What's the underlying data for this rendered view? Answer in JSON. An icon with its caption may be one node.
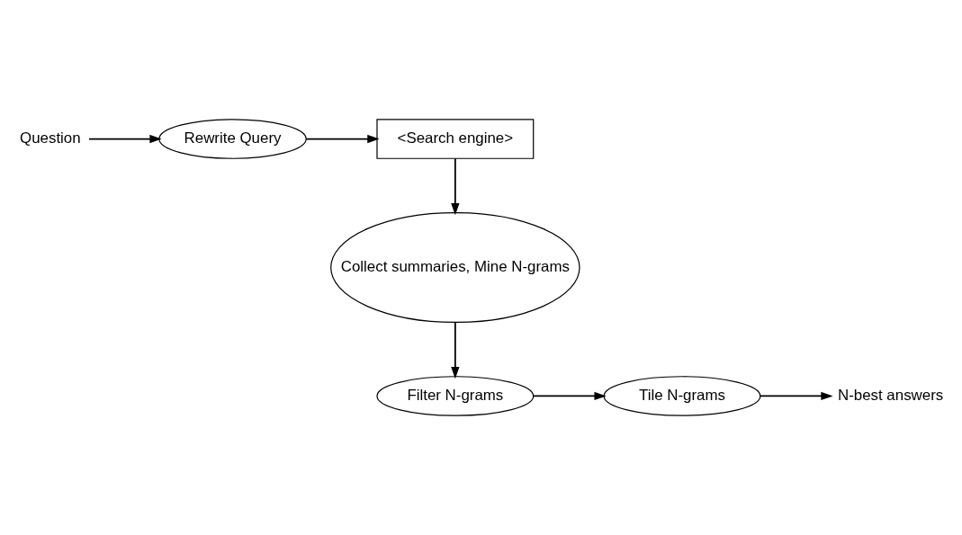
{
  "diagram": {
    "nodes": [
      {
        "text": [
          "Question"
        ]
      },
      {
        "text": [
          "Rewrite Query"
        ]
      },
      {
        "text": [
          "<Search engine>"
        ]
      },
      {
        "text": [
          "Collect summaries, Mine N-grams"
        ]
      },
      {
        "text": [
          "Filter N-grams"
        ]
      },
      {
        "text": [
          "Tile N-grams"
        ]
      },
      {
        "text": [
          "N-best answers"
        ]
      }
    ],
    "edges": [
      {
        "from": 0,
        "to": 1,
        "arrow": "to"
      },
      {
        "from": 1,
        "to": 2,
        "arrow": "to"
      },
      {
        "from": 2,
        "to": 3,
        "arrow": "to"
      },
      {
        "from": 3,
        "to": 4,
        "arrow": "to"
      },
      {
        "from": 4,
        "to": 5,
        "arrow": "to"
      },
      {
        "from": 5,
        "to": 6,
        "arrow": "to"
      }
    ]
  }
}
